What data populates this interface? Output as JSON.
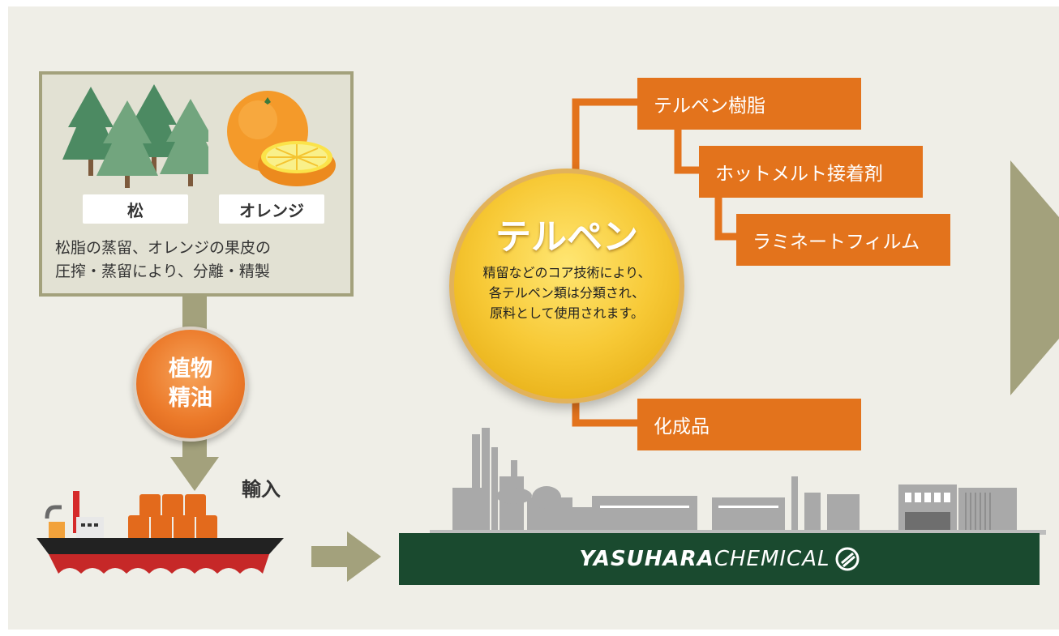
{
  "raw_materials": {
    "pine_label": "松",
    "orange_label": "オレンジ",
    "description": "松脂の蒸留、オレンジの果皮の\n圧搾・蒸留により、分離・精製"
  },
  "essential_oil": {
    "label": "植物\n精油"
  },
  "import_label": "輸入",
  "terpene": {
    "title": "テルペン",
    "description": "精留などのコア技術により、\n各テルペン類は分類され、\n原料として使用されます。"
  },
  "products": {
    "terpene_resin": "テルペン樹脂",
    "hot_melt": "ホットメルト接着剤",
    "laminate_film": "ラミネートフィルム",
    "chemical_products": "化成品"
  },
  "company": {
    "logo_bold": "YASUHARA",
    "logo_light": "CHEMICAL"
  },
  "colors": {
    "background": "#efeee7",
    "olive": "#a3a17c",
    "orange": "#e3731c",
    "gold": "#f7c936",
    "dark_green": "#1a4a2f"
  }
}
